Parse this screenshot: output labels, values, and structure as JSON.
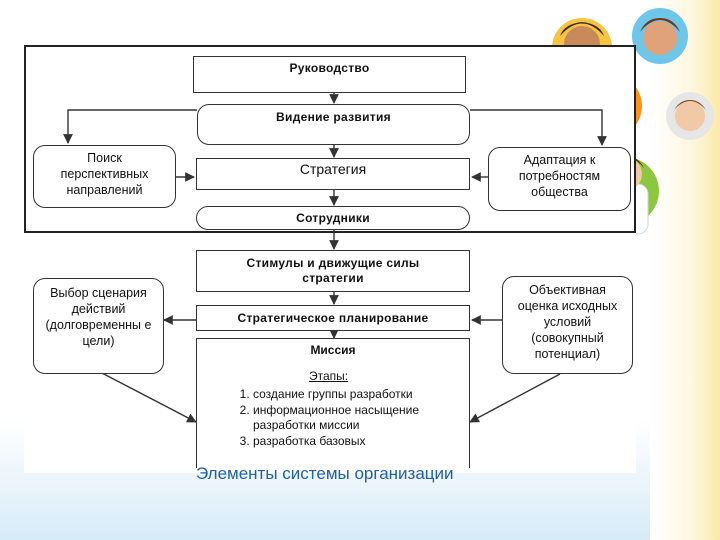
{
  "diagram": {
    "nodes": {
      "leadership": "Руководство",
      "vision": "Видение развития",
      "search": "Поиск перспективных направлений",
      "strategy": "Стратегия",
      "adaptation": "Адаптация к потребностям общества",
      "employees": "Сотрудники",
      "incentives": "Стимулы и движущие силы стратегии",
      "scenario": "Выбор сценария действий (долговременны е цели)",
      "assessment": "Объективная оценка исходных условий (совокупный потенциал)",
      "planning": "Стратегическое планирование",
      "mission": "Миссия"
    },
    "mission_stages": {
      "label": "Этапы:",
      "items": [
        "создание группы разработки",
        "информационное насыщение разработки миссии",
        "разработка базовых"
      ]
    }
  },
  "footer": {
    "title": "Элементы системы организации"
  },
  "colors": {
    "footer_text": "#1f5fa8",
    "line": "#333333"
  }
}
